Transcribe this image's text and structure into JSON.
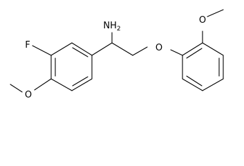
{
  "molecule": {
    "atoms": {
      "amine": "NH",
      "amine_subscript": "2",
      "fluorine": "F",
      "ether_oxygen": "O",
      "methoxy_oxygen_left": "O",
      "methoxy_oxygen_right": "O"
    }
  }
}
